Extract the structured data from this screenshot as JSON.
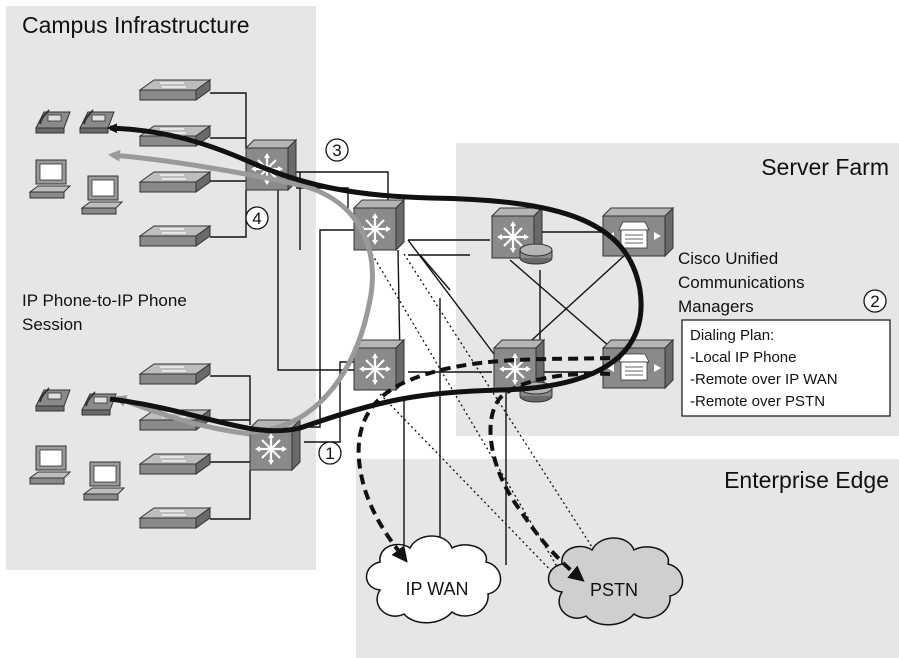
{
  "regions": {
    "campus": "Campus Infrastructure",
    "server_farm": "Server Farm",
    "enterprise_edge": "Enterprise Edge"
  },
  "labels": {
    "session": [
      "IP Phone-to-IP Phone",
      "Session"
    ],
    "cucm": [
      "Cisco Unified",
      "Communications",
      "Managers"
    ]
  },
  "dialing_plan": {
    "title": "Dialing Plan:",
    "items": [
      "-Local IP Phone",
      "-Remote over IP WAN",
      "-Remote over PSTN"
    ]
  },
  "clouds": {
    "ip_wan": "IP WAN",
    "pstn": "PSTN"
  },
  "markers": [
    "①",
    "②",
    "③",
    "④"
  ],
  "colors": {
    "region_bg": "#e6e6e6",
    "device": "#8a8a8a",
    "flow_dark": "#111111",
    "flow_gray": "#9a9a9a",
    "pstn_cloud": "#cfcfcf"
  },
  "icons": [
    "ip-phone-icon",
    "workstation-icon",
    "access-switch-icon",
    "multilayer-switch-icon",
    "call-manager-icon",
    "cloud-icon"
  ]
}
